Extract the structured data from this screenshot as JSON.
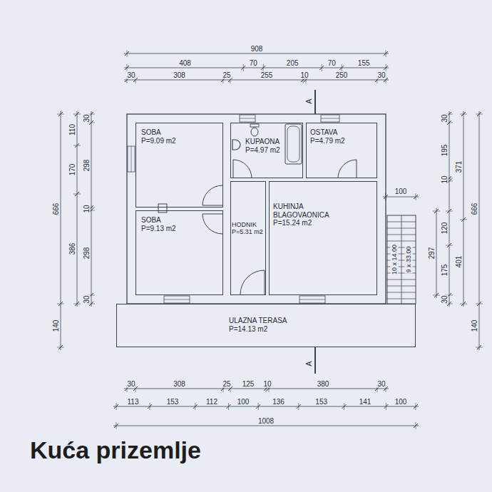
{
  "diagram": {
    "caption": "Kuća prizemlje",
    "nodes": [
      {
        "text": [
          "SOBA",
          "P=9.09 m2"
        ]
      },
      {
        "text": [
          "KUPAONA",
          "P=4.97 m2"
        ]
      },
      {
        "text": [
          "OSTAVA",
          "P=4.79 m2"
        ]
      },
      {
        "text": [
          "SOBA",
          "P=9.13 m2"
        ]
      },
      {
        "text": [
          "HODNIK",
          "P=5.31 m2"
        ]
      },
      {
        "text": [
          "KUHINJA BLAGOVAONICA",
          "P=15.24 m2"
        ]
      },
      {
        "text": [
          "ULAZNA TERASA",
          "P=14.13 m2"
        ]
      }
    ],
    "labels": [
      "908",
      "408",
      "70",
      "205",
      "70",
      "155",
      "30",
      "308",
      "25",
      "255",
      "10",
      "250",
      "30",
      "666",
      "140",
      "110",
      "170",
      "386",
      "30",
      "298",
      "10",
      "298",
      "30",
      "A",
      "100",
      "30",
      "195",
      "10",
      "120",
      "175",
      "30",
      "371",
      "401",
      "297",
      "10 x 14.00",
      "9 x 33.00",
      "666",
      "140",
      "A",
      "30",
      "308",
      "25",
      "125",
      "10",
      "380",
      "30",
      "113",
      "153",
      "112",
      "100",
      "136",
      "153",
      "141",
      "100",
      "1008"
    ]
  }
}
